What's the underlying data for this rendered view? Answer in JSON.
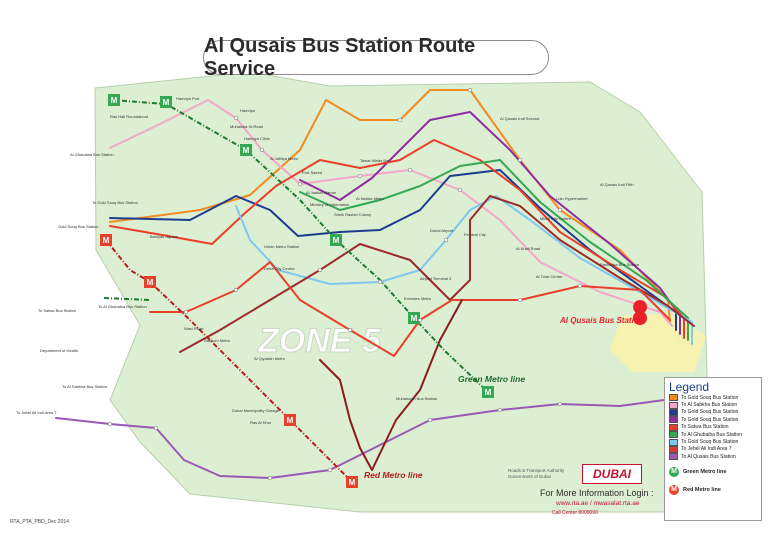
{
  "title": "Al Qusais Bus Station Route Service",
  "zone_label": "ZONE 5",
  "highlight_station": "Al Qusais Bus Station",
  "metro_labels": {
    "green": "Green Metro line",
    "red": "Red Metro line"
  },
  "metro_badge": "M",
  "legend": {
    "title": "Legend",
    "items": [
      {
        "label": "To Gold Souq Bus Station",
        "color": "#f28b20"
      },
      {
        "label": "To Al Sabkha Bus Station",
        "color": "#f4a6c8"
      },
      {
        "label": "To Gold Souq Bus Station",
        "color": "#1f3b8f"
      },
      {
        "label": "To Gold Souq Bus Station",
        "color": "#8e2da0"
      },
      {
        "label": "To Satwa Bus Station",
        "color": "#e8402a"
      },
      {
        "label": "To Al Ghubaiba Bus Station",
        "color": "#34a853"
      },
      {
        "label": "To Gold Souq Bus Station",
        "color": "#7fc8ef"
      },
      {
        "label": "To Jebel Ali Indl Area 7",
        "color": "#d23a3a"
      },
      {
        "label": "To Al Qusais Bus Station",
        "color": "#9b59b6"
      }
    ],
    "green_metro": "Green Metro line",
    "red_metro": "Red Metro line"
  },
  "info": {
    "caption": "Roads & Transport Authority\nGovernment of Dubai",
    "logo": "DUBAI",
    "heading": "For More Information Login :",
    "website": "www.rta.ae / mwasalat.rta.ae",
    "call_center": "Call Center 8009090"
  },
  "footer": "RTA_PTA_PBD_Dec 2014",
  "stations": [
    "Ras Hall Roundabout",
    "Hamriya Port",
    "Hamriya",
    "Muhaisha Sr.Road",
    "Hamriya Clinic",
    "Al Ghubaiba Bus Station",
    "Al Jafiliya Metro",
    "Gold Souq Bus Station",
    "Port Saeed",
    "Al Jaddaf Marine",
    "Sheik Rashid Colony",
    "Al Nahda Metro",
    "Tawar Water Bar",
    "Ministry of Information",
    "Dubai Airport",
    "Al Qusais Bus Station",
    "Al Qusais Indl Second",
    "Al Qusais Indl Fifth",
    "Green Metro line",
    "Red Metro line",
    "Union Metro Station",
    "Deira City Centre",
    "Airport Terminal 3",
    "Emirates Metro",
    "Festival City",
    "Al Khail Road",
    "Dubai Municipality Garage",
    "Ras Al Khor",
    "Muhaisnah Bus Station",
    "Al Twar Centre",
    "Wasl Road",
    "Al Qiyadah Metro",
    "Stadium Metro",
    "Rashidiya Bus Station",
    "Mirdif City Centre",
    "Lulu Hypermarket",
    "Satwa Bus Station",
    "To Jebel Ali Indl Area 7",
    "Department of Health",
    "To Satwa Bus Station",
    "To Al Ghubaiba Bus Station",
    "To Gold Souq Bus Station",
    "To Al Sabkha Bus Station",
    "Baniyas Square"
  ]
}
